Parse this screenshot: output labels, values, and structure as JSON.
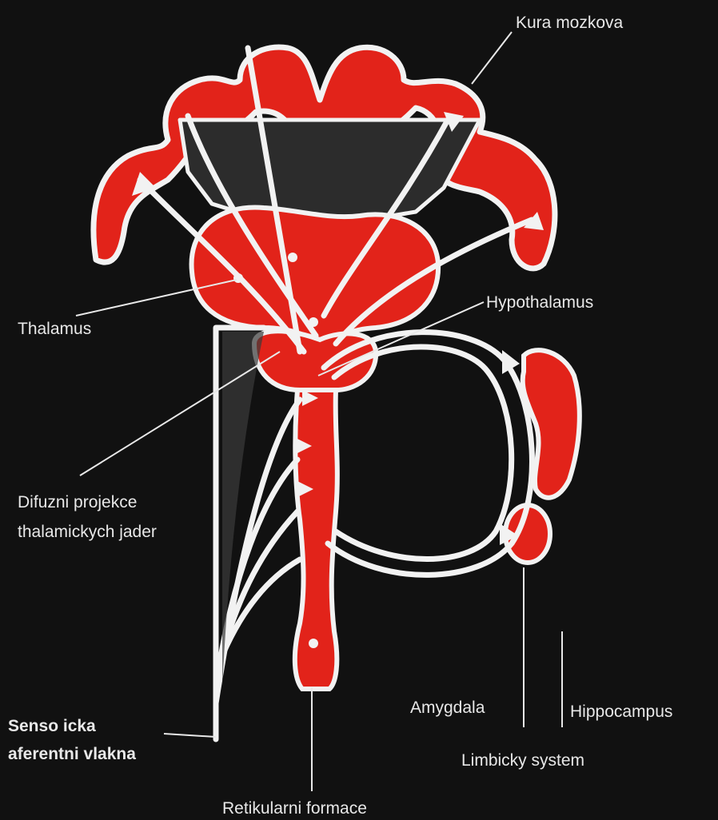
{
  "labels": {
    "cortex": "Kura mozkova",
    "thalamus": "Thalamus",
    "hypothalamus": "Hypothalamus",
    "diffuse_line1": "Difuzni projekce",
    "diffuse_line2": "thalamickych jader",
    "sensory_line1": "Senso icka",
    "sensory_line2": "aferentni vlakna",
    "amygdala": "Amygdala",
    "hippocampus": "Hippocampus",
    "limbic": "Limbicky system",
    "reticular": "Retikularni formace"
  },
  "colors": {
    "background": "#111111",
    "tissue_red": "#e2231a",
    "outline_white": "#f2f2f2",
    "inner_dark": "#2c2c2c",
    "label_text": "#e8e8e8"
  }
}
